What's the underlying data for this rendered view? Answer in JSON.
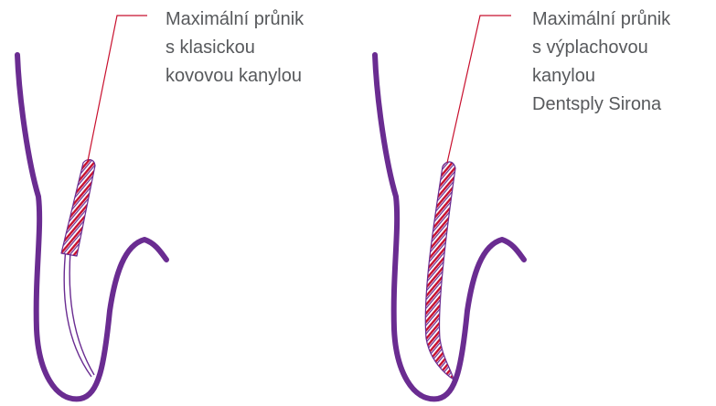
{
  "colors": {
    "tooth_outline": "#6a2c91",
    "leader_line": "#c8102e",
    "stripe_red": "#c8102e",
    "stripe_purple": "#6a2c91",
    "label_text": "#57595c",
    "background": "#ffffff"
  },
  "panels": [
    {
      "id": "classic",
      "label_lines": [
        "Maximální průnik",
        "s klasickou",
        "kovovou kanylou"
      ]
    },
    {
      "id": "flushing",
      "label_lines": [
        "Maximální průnik",
        "s výplachovou",
        "kanylou",
        "Dentsply Sirona"
      ]
    }
  ]
}
